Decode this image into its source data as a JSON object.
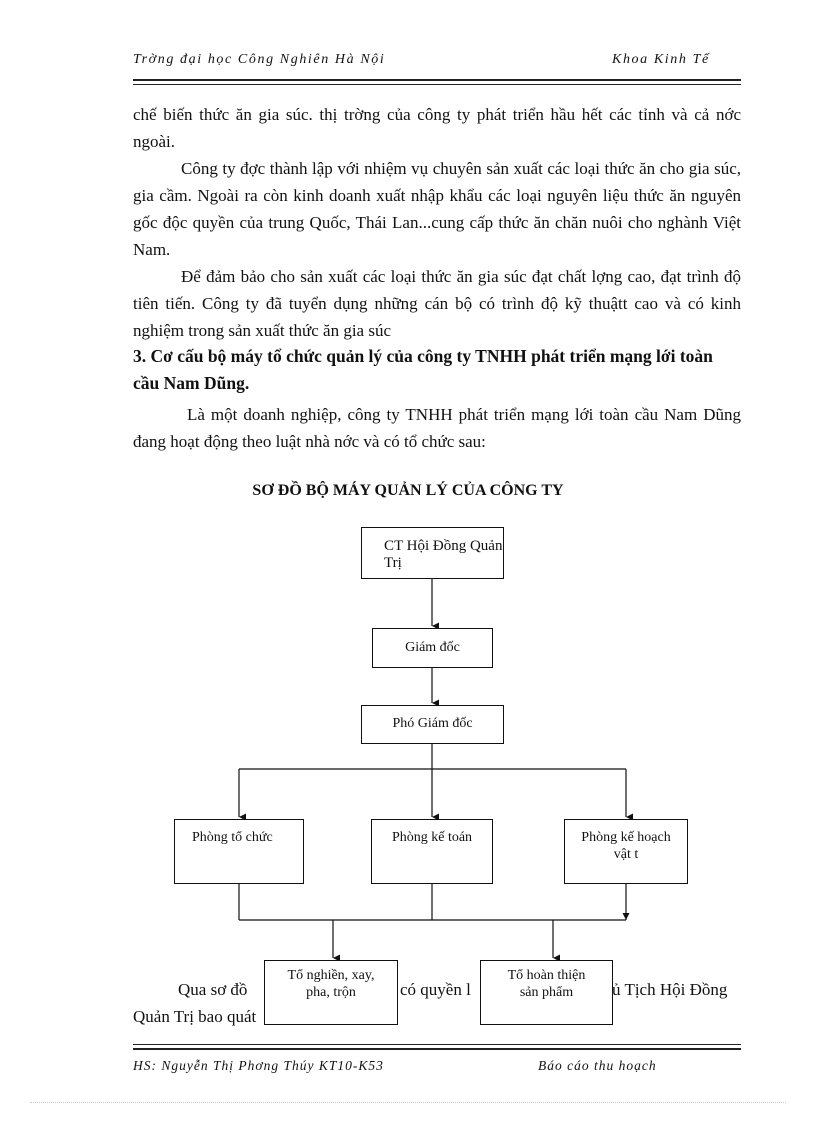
{
  "header": {
    "left": "Trờng  đại học Công Nghiên Hà Nội",
    "right": "Khoa Kinh Tế"
  },
  "paragraphs": {
    "p1": "chế biến thức ăn gia súc. thị trờng   của công ty phát triển hầu hết các tỉnh và cả nớc  ngoài.",
    "p2": "Công ty đợc  thành lập với nhiệm vụ chuyên sản xuất các loại thức ăn cho gia súc, gia cầm. Ngoài ra còn kinh doanh xuất nhập khẩu các loại nguyên liệu thức ăn nguyên gốc độc quyền của trung Quốc, Thái Lan...cung  cấp thức ăn chăn nuôi cho nghành Việt Nam.",
    "p3": "Để đảm bảo cho sản xuất các loại thức ăn gia súc đạt chất lợng  cao, đạt trình độ tiên tiến. Công ty đã tuyển dụng những cán bộ có trình độ kỹ thuậtt cao và có kinh nghiệm trong sản xuất thức ăn gia súc",
    "heading": "3. Cơ cấu bộ máy tổ chức quản lý của công ty TNHH phát triển mạng lới toàn cầu Nam Dũng.",
    "p4": "Là một doanh nghiệp, công ty TNHH phát triển mạng lới  toàn cầu Nam Dũng đang hoạt động theo luật nhà nớc  và có tổ chức sau:",
    "p5_left": "Qua sơ đồ",
    "p5_mid": "có quyền l",
    "p5_right": "ủ Tịch Hội Đồng",
    "p6": "Quản Trị bao quát"
  },
  "org_chart": {
    "title": "SƠ ĐỒ BỘ MÁY QUẢN LÝ CỦA CÔNG TY",
    "chairman": "CT Hội Đồng Quản Trị",
    "director": "Giám đốc",
    "vice_director": "Phó Giám đốc",
    "dept_org": "Phòng tổ chức",
    "dept_accounting": "Phòng kế toán",
    "dept_planning": "Phòng kế hoạch vật t",
    "team_production": "Tổ nghiền, xay, pha, trộn",
    "team_finishing": "Tổ hoàn thiện sản phẩm"
  },
  "footer": {
    "left": "HS: Nguyễn Thị Phơng  Thúy KT10-K53",
    "right": "Báo cáo thu hoạch"
  }
}
